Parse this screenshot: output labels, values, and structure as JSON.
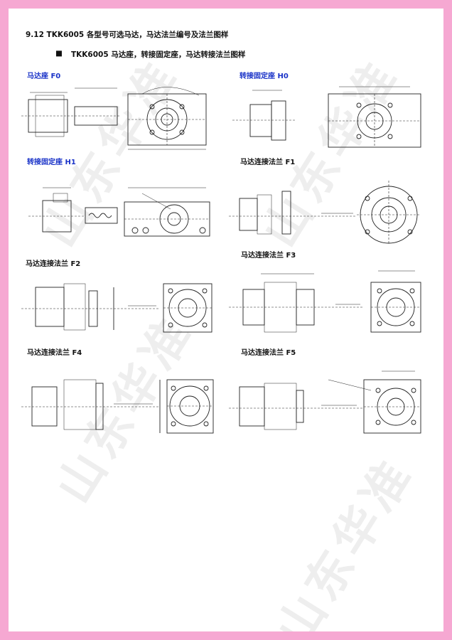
{
  "section_title": "9.12 TKK6005 各型号可选马达，马达法兰编号及法兰图样",
  "bullet_symbol": "■",
  "bullet_text": "TKK6005 马达座，转接固定座，马达转接法兰图样",
  "watermark": "山东华准",
  "captions": {
    "f0": "马达座 F0",
    "h0": "转接固定座 H0",
    "h1": "转接固定座 H1",
    "f1": "马达连接法兰 F1",
    "f2": "马达连接法兰 F2",
    "f3": "马达连接法兰 F3",
    "f4": "马达连接法兰 F4",
    "f5": "马达连接法兰 F5"
  },
  "colors": {
    "border": "#f6a8d2",
    "caption_blue": "#1a33c8",
    "caption_black": "#111111"
  }
}
